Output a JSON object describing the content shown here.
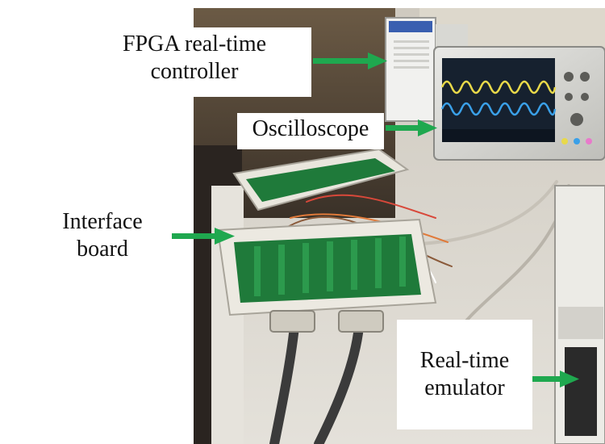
{
  "labels": {
    "fpga": {
      "line1": "FPGA real-time",
      "line2": "controller"
    },
    "oscilloscope": "Oscilloscope",
    "interface": {
      "line1": "Interface",
      "line2": "board"
    },
    "emulator": {
      "line1": "Real-time",
      "line2": "emulator"
    }
  },
  "colors": {
    "arrow": "#1fa84f",
    "bench": "#d9d6cf",
    "board_pcb": "#1f7a3a",
    "screen_bg": "#16212f",
    "trace_yellow": "#e8d94a",
    "trace_blue": "#3aa0e8"
  }
}
